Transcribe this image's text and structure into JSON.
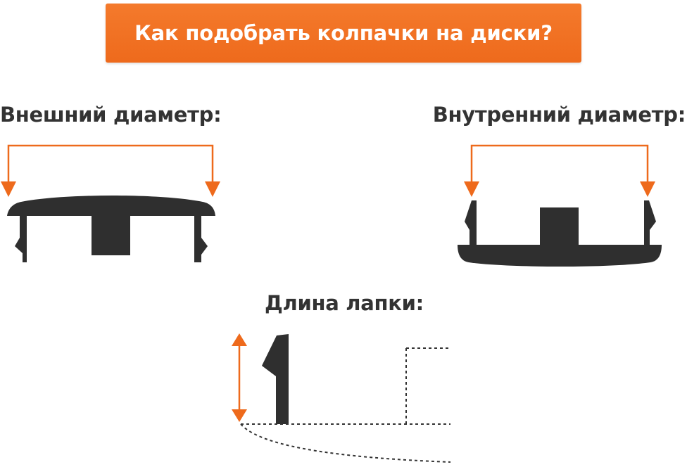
{
  "header": {
    "title": "Как подобрать колпачки на диски?"
  },
  "sections": {
    "outer_diameter": {
      "label": "Внешний диаметр:"
    },
    "inner_diameter": {
      "label": "Внутренний диаметр:"
    },
    "tab_length": {
      "label": "Длина лапки:"
    }
  },
  "colors": {
    "accent": "#ee6a1c",
    "shape": "#2f2f2f",
    "text": "#333333",
    "dashed": "#333333"
  }
}
